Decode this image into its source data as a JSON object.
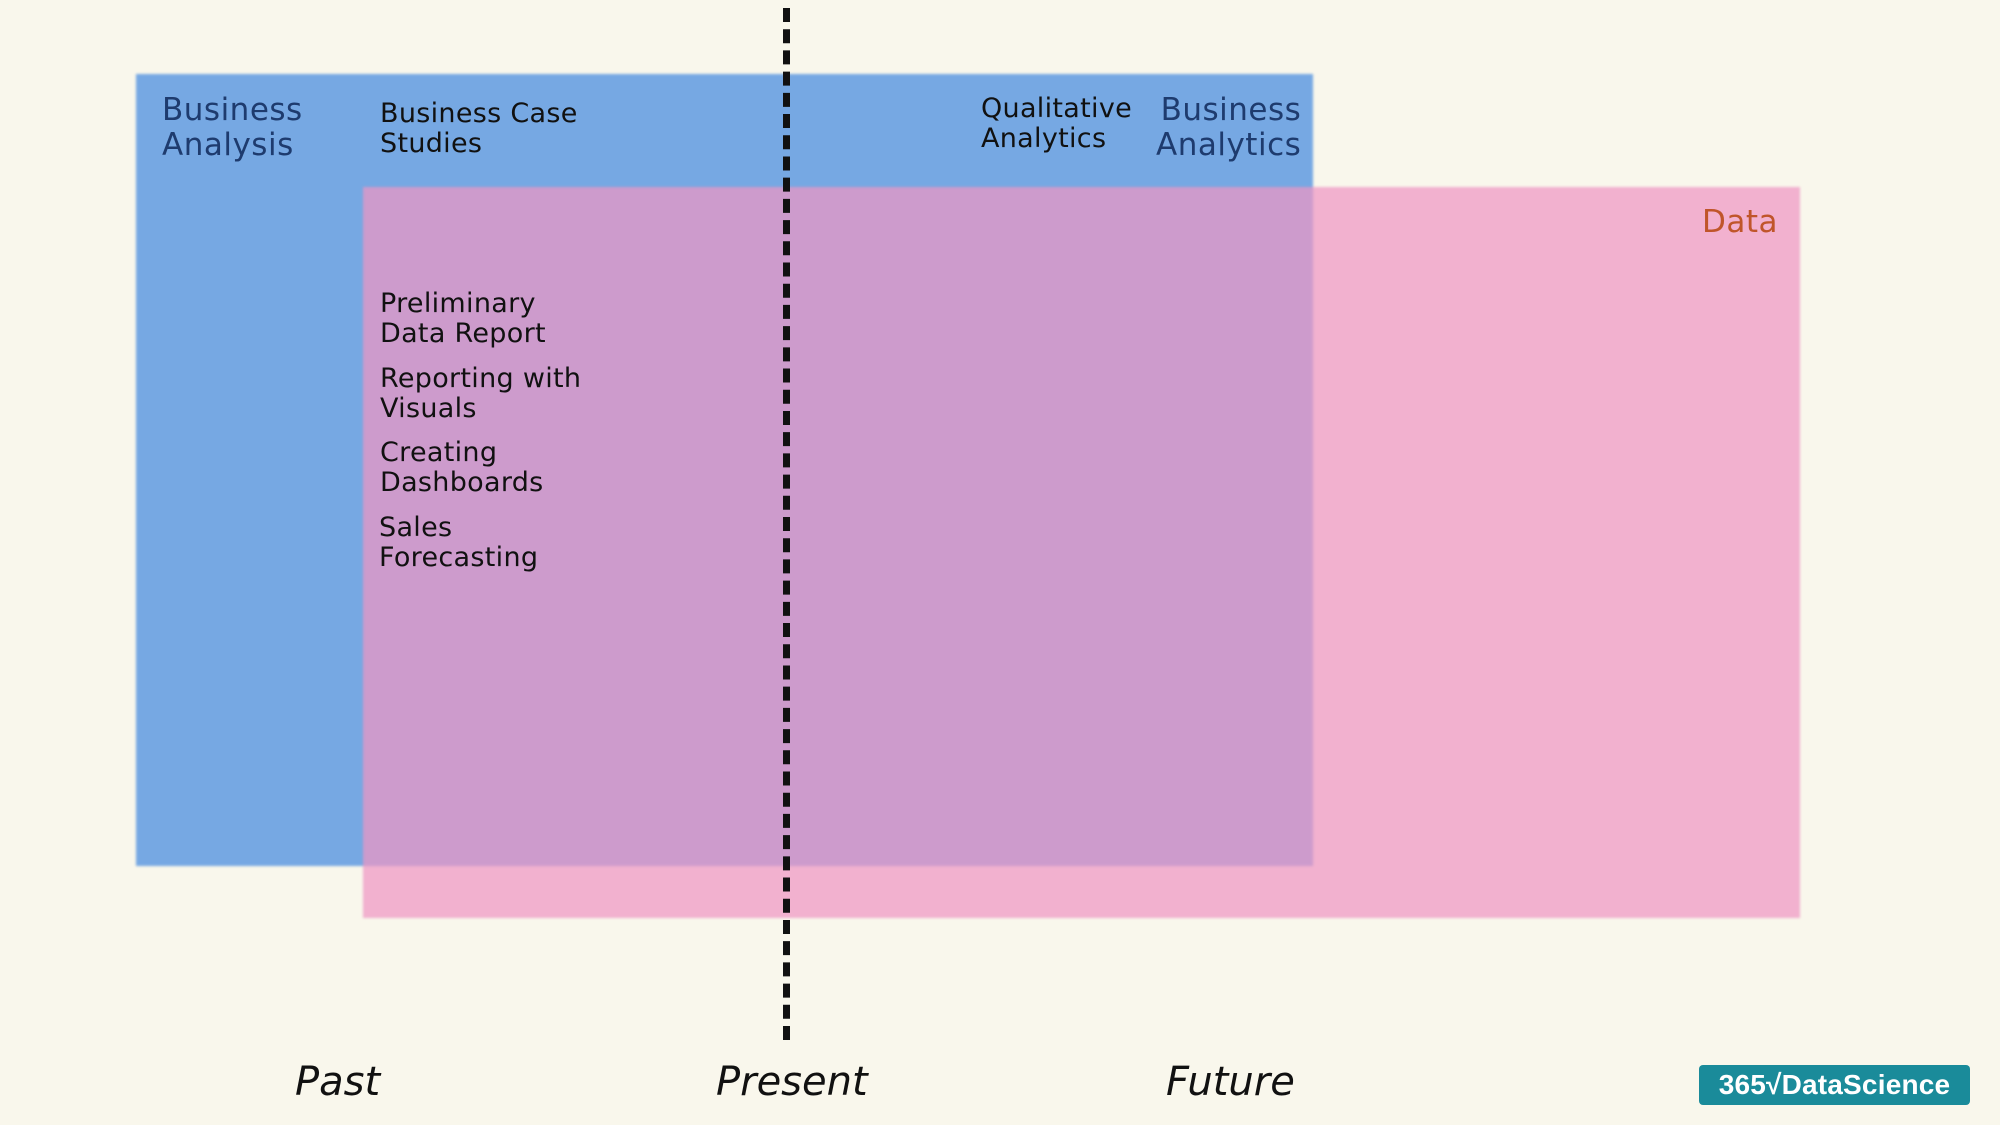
{
  "colors": {
    "background": "#f9f7ec",
    "business_analysis_region": "#4a8de0",
    "data_region": "#ee96c4",
    "region_title_blue": "#1e3b6e",
    "region_title_data": "#c0552a",
    "brand": "#1a8b9a"
  },
  "regions": {
    "business_analysis": {
      "title": "Business\nAnalysis"
    },
    "business_analytics": {
      "title": "Business\nAnalytics"
    },
    "data": {
      "title": "Data"
    }
  },
  "items": {
    "business_case_studies": "Business Case\nStudies",
    "qualitative_analytics": "Qualitative\nAnalytics",
    "preliminary_data_report": "Preliminary\nData Report",
    "reporting_with_visuals": "Reporting with\nVisuals",
    "creating_dashboards": "Creating\nDashboards",
    "sales_forecasting": "Sales\nForecasting"
  },
  "timeline": {
    "past": "Past",
    "present": "Present",
    "future": "Future"
  },
  "brand": {
    "logo_text": "365√DataScience"
  }
}
